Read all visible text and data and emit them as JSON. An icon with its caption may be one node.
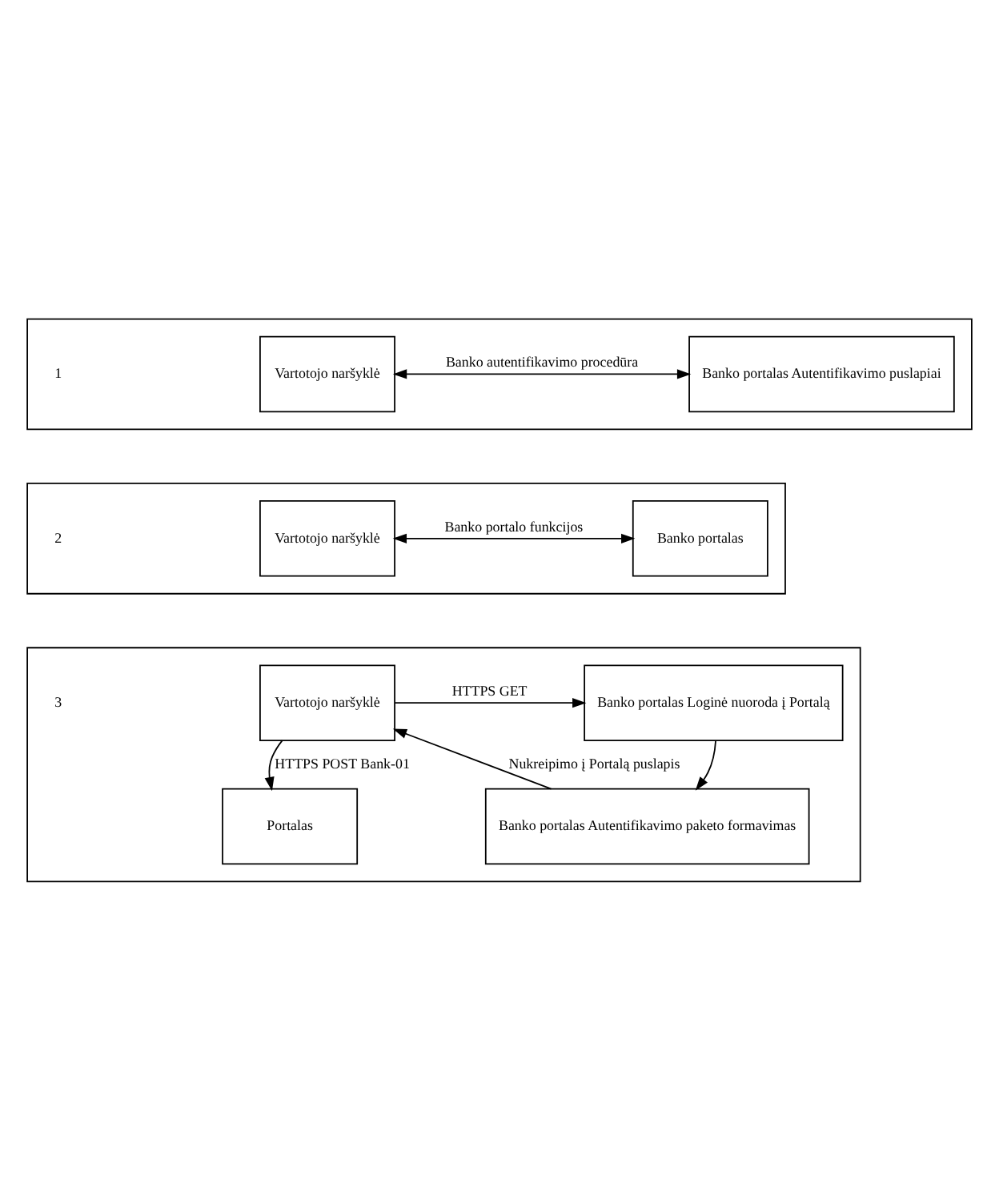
{
  "diagram": {
    "nodes": [
      {
        "text": [],
        "shape": "box"
      },
      {
        "text": [
          "Vartotojo naršyklė"
        ],
        "in": 0
      },
      {
        "text": [
          "Banko portalas Autentifikavimo puslapiai"
        ],
        "in": 0
      },
      {
        "text": [],
        "shape": "box"
      },
      {
        "text": [
          "Vartotojo naršyklė"
        ],
        "in": 3
      },
      {
        "text": [
          "Banko portalas"
        ],
        "in": 3
      },
      {
        "text": [],
        "shape": "box"
      },
      {
        "text": [
          "Vartotojo naršyklė"
        ],
        "in": 6
      },
      {
        "text": [
          "Banko portalas Loginė nuoroda į Portalą"
        ],
        "in": 6
      },
      {
        "text": [
          "Banko portalas Autentifikavimo paketo formavimas"
        ],
        "in": 6
      },
      {
        "text": [
          "Portalas"
        ],
        "in": 6
      }
    ],
    "edges": [
      {
        "from": 1,
        "to": 2,
        "arrow": "both",
        "label": "Banko autentifikavimo procedūra"
      },
      {
        "from": 4,
        "to": 5,
        "arrow": "both",
        "label": "Banko portalo funkcijos"
      },
      {
        "from": 7,
        "to": 8,
        "arrow": "to",
        "label": "HTTPS GET"
      },
      {
        "from": 8,
        "to": 9,
        "arrow": "to"
      },
      {
        "from": 9,
        "to": 7,
        "arrow": "to",
        "label": "Nukreipimo į Portalą puslapis"
      },
      {
        "from": 7,
        "to": 10,
        "arrow": "to",
        "label": "HTTPS POST Bank-01"
      }
    ],
    "labels": [
      "1",
      "2",
      "3"
    ]
  }
}
